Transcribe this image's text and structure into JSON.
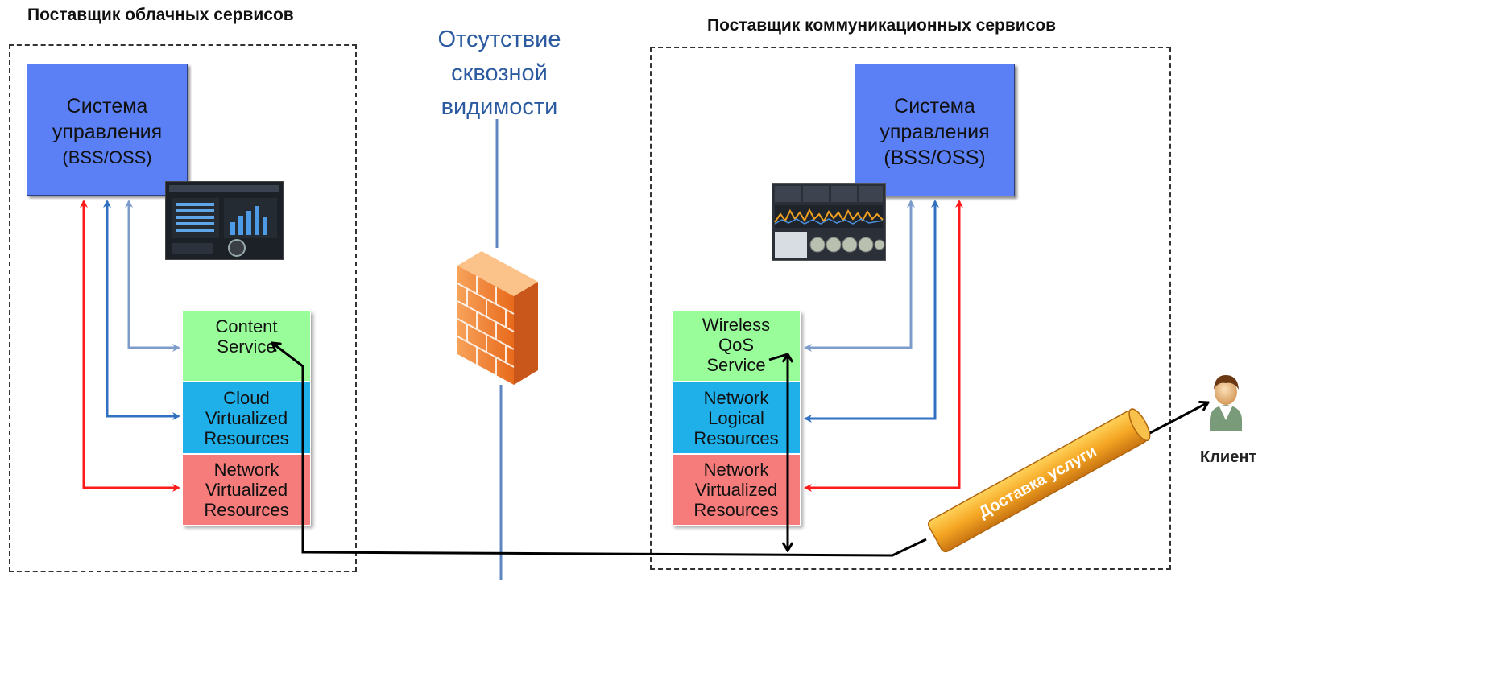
{
  "cloud_provider": {
    "title": "Поставщик облачных сервисов",
    "mgmt_lines": [
      "Система",
      "управления",
      "(BSS/OSS)"
    ],
    "layers": [
      {
        "lines": [
          "Content",
          "Service"
        ]
      },
      {
        "lines": [
          "Cloud",
          "Virtualized",
          "Resources"
        ]
      },
      {
        "lines": [
          "Network",
          "Virtualized",
          "Resources"
        ]
      }
    ]
  },
  "comm_provider": {
    "title": "Поставщик коммуникационных сервисов",
    "mgmt_lines": [
      "Система",
      "управления",
      "(BSS/OSS)"
    ],
    "layers": [
      {
        "lines": [
          "Wireless",
          "QoS",
          "Service"
        ]
      },
      {
        "lines": [
          "Network",
          "Logical",
          "Resources"
        ]
      },
      {
        "lines": [
          "Network",
          "Virtualized",
          "Resources"
        ]
      }
    ]
  },
  "center": {
    "lines": [
      "Отсутствие",
      "сквозной",
      "видимости"
    ]
  },
  "delivery": {
    "label": "Доставка услуги"
  },
  "client": {
    "label": "Клиент"
  },
  "colors": {
    "mgmt_box": "#5b7ff5",
    "content_layer": "#99fd99",
    "virtual_layer": "#1fb0ea",
    "network_layer": "#f67b7b",
    "arrow_red": "#ff1a1a",
    "arrow_blue": "#2f70c0",
    "arrow_light": "#7d9ccc",
    "firewall": "#f07a2a",
    "delivery_pipe": "#f2a020"
  }
}
